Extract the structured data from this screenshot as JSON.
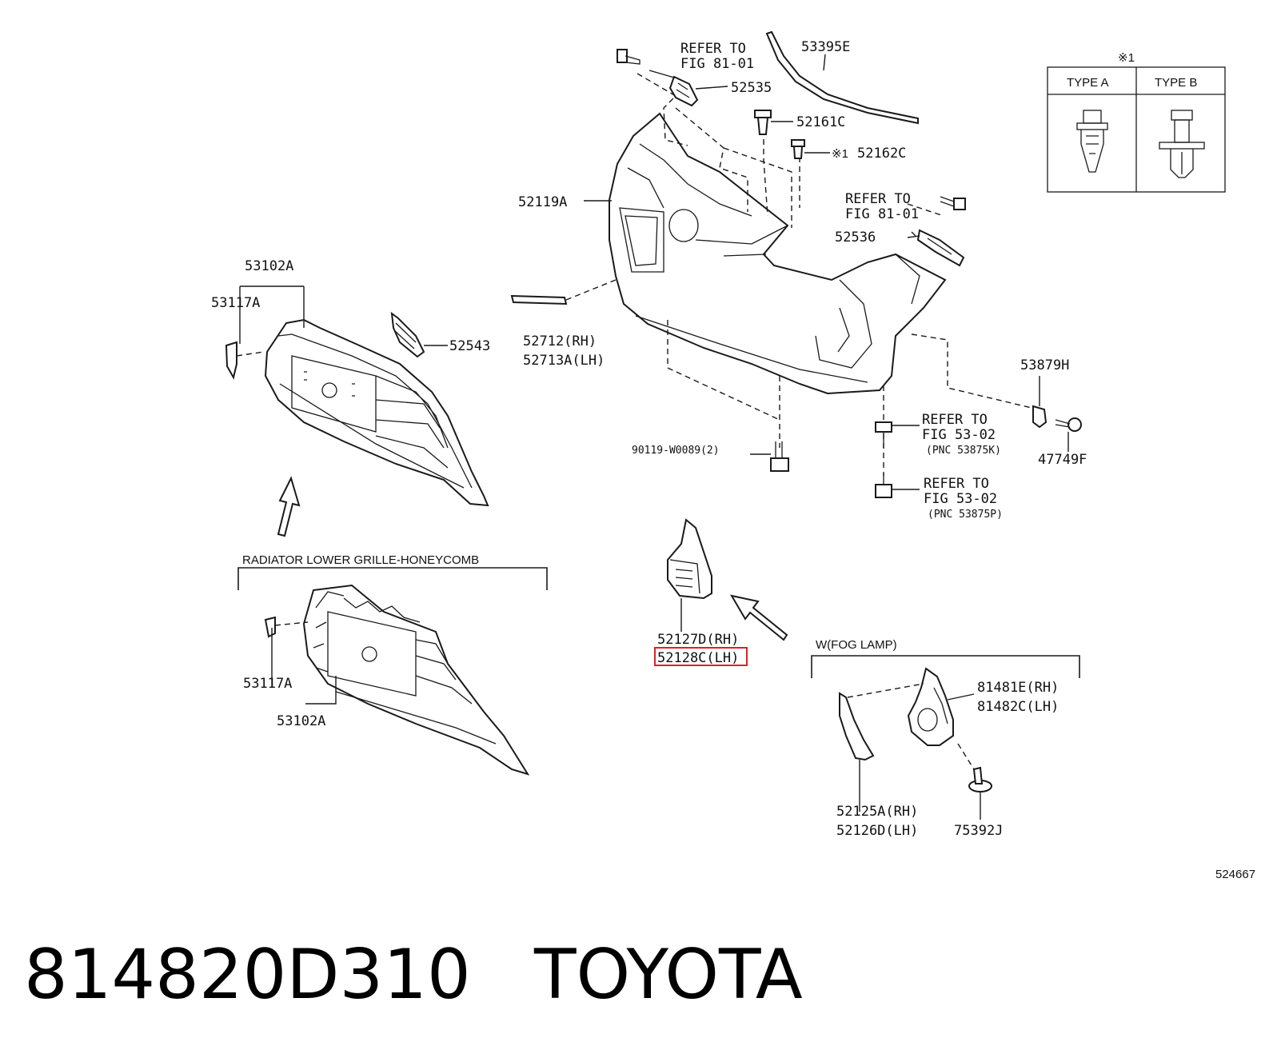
{
  "labels": {
    "refer_81_top": "REFER TO",
    "refer_81_top_fig": "FIG 81-01",
    "p53395E": "53395E",
    "p52535": "52535",
    "p52161C": "52161C",
    "p52162C_mark": "※1",
    "p52162C": "52162C",
    "p52119A": "52119A",
    "refer_81_right": "REFER TO",
    "refer_81_right_fig": "FIG 81-01",
    "p52536": "52536",
    "p53102A_top": "53102A",
    "p53117A_top": "53117A",
    "p52543": "52543",
    "p52712": "52712(RH)",
    "p52713A": "52713A(LH)",
    "p53879H": "53879H",
    "refer_53_a": "REFER TO",
    "refer_53_a_fig": "FIG 53-02",
    "refer_53_a_pnc": "(PNC 53875K)",
    "p47749F": "47749F",
    "p90119": "90119-W0089(2)",
    "refer_53_b": "REFER TO",
    "refer_53_b_fig": "FIG 53-02",
    "refer_53_b_pnc": "(PNC 53875P)",
    "radiator_heading": "RADIATOR LOWER GRILLE-HONEYCOMB",
    "p53117A_bottom": "53117A",
    "p53102A_bottom": "53102A",
    "p52127D": "52127D(RH)",
    "p52128C": "52128C(LH)",
    "fog_heading": "W(FOG LAMP)",
    "p81481E": "81481E(RH)",
    "p81482C": "81482C(LH)",
    "p52125A": "52125A(RH)",
    "p52126D": "52126D(LH)",
    "p75392J": "75392J",
    "figure_id": "524667"
  },
  "type_table": {
    "mark": "※1",
    "type_a": "TYPE A",
    "type_b": "TYPE B"
  },
  "footer": {
    "part_number": "814820D310",
    "brand": "TOYOTA"
  },
  "highlight_color": "#e02020"
}
